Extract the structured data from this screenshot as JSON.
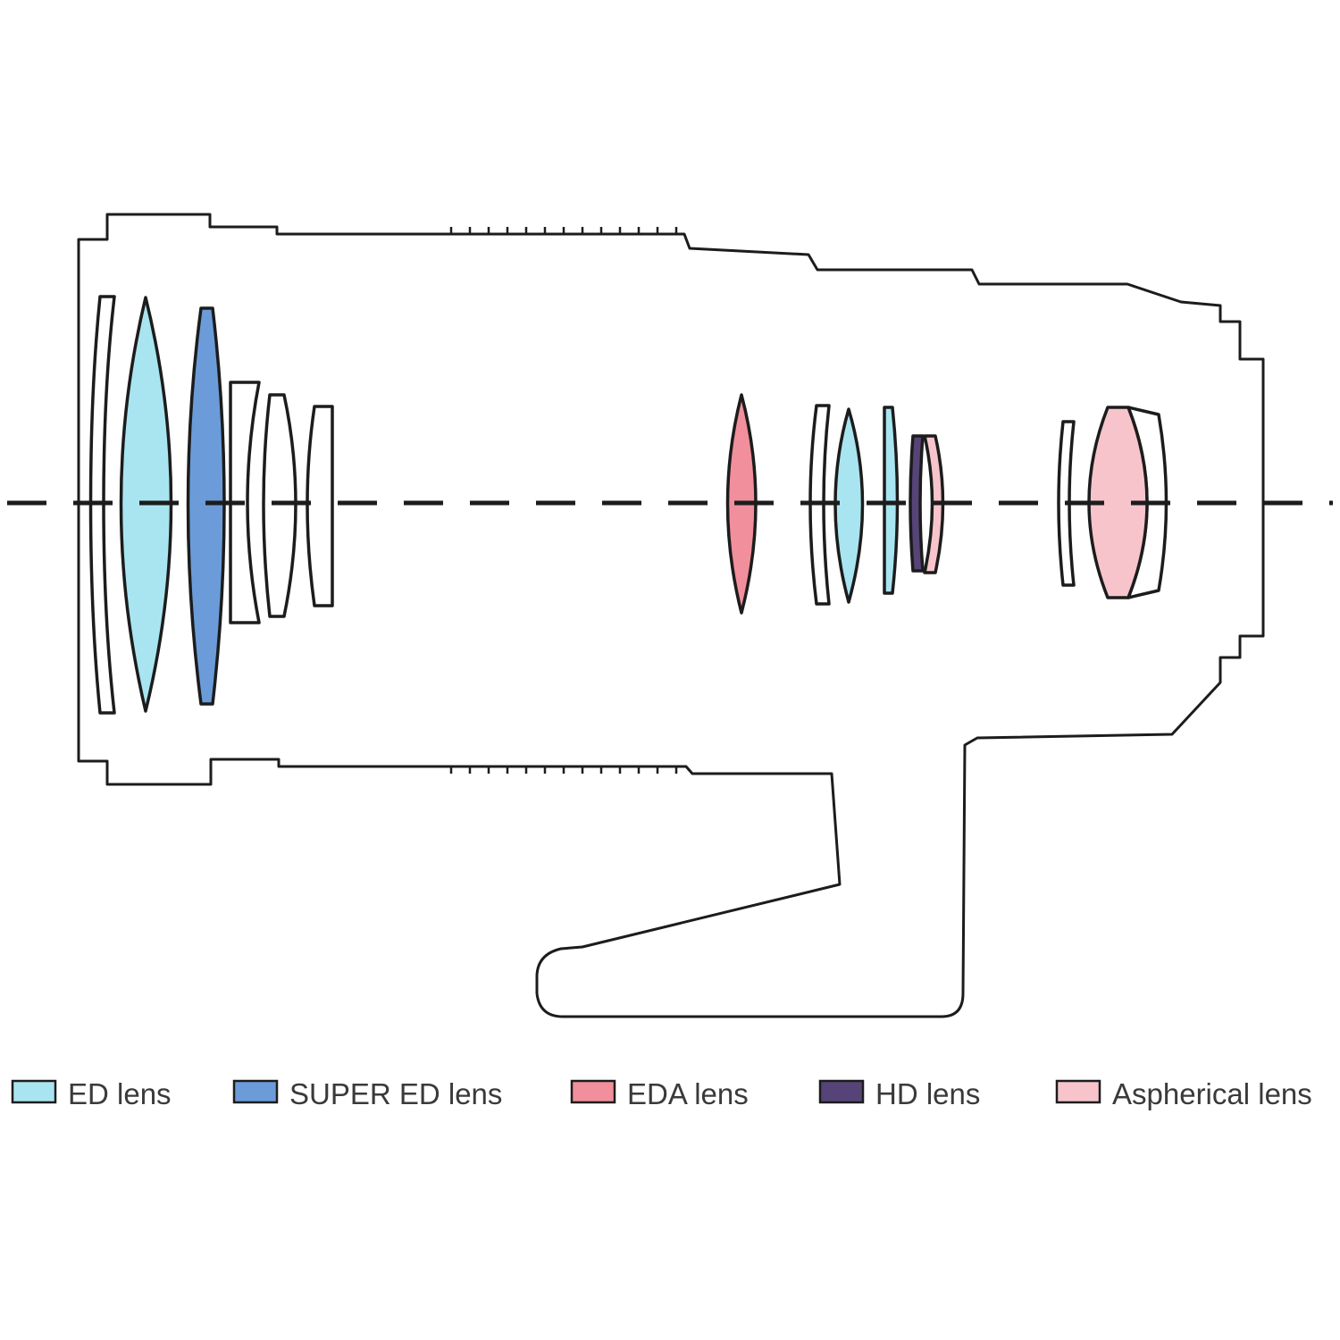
{
  "colors": {
    "outline": "#1c1c1c",
    "background": "#ffffff",
    "clear_fill": "#ffffff",
    "ed": "#a9e5f0",
    "super_ed": "#6b9cd9",
    "eda": "#f28f9c",
    "hd": "#564478",
    "aspherical": "#f7c4cc",
    "axis": "#1c1c1c",
    "legend_text": "#3a3a3a"
  },
  "legend": {
    "items": [
      {
        "label": "ED lens",
        "color": "#a9e5f0"
      },
      {
        "label": "SUPER ED lens",
        "color": "#6b9cd9"
      },
      {
        "label": "EDA lens",
        "color": "#f28f9c"
      },
      {
        "label": "HD lens",
        "color": "#564478"
      },
      {
        "label": "Aspherical lens",
        "color": "#f7c4cc"
      }
    ]
  },
  "lens_elements": [
    {
      "name": "front-clear-element",
      "type": "clear"
    },
    {
      "name": "ed-element-large",
      "type": "ED"
    },
    {
      "name": "super-ed-element",
      "type": "SUPER ED"
    },
    {
      "name": "clear-group-element-1",
      "type": "clear"
    },
    {
      "name": "clear-group-element-2",
      "type": "clear"
    },
    {
      "name": "clear-group-element-3",
      "type": "clear"
    },
    {
      "name": "eda-element",
      "type": "EDA"
    },
    {
      "name": "mid-clear-element",
      "type": "clear"
    },
    {
      "name": "ed-element-small",
      "type": "ED"
    },
    {
      "name": "ed-element-thin",
      "type": "ED"
    },
    {
      "name": "hd-element",
      "type": "HD"
    },
    {
      "name": "aspherical-element-small",
      "type": "Aspherical"
    },
    {
      "name": "rear-clear-element",
      "type": "clear"
    },
    {
      "name": "aspherical-element-large",
      "type": "Aspherical"
    },
    {
      "name": "rear-clear-partner-element",
      "type": "clear"
    }
  ]
}
